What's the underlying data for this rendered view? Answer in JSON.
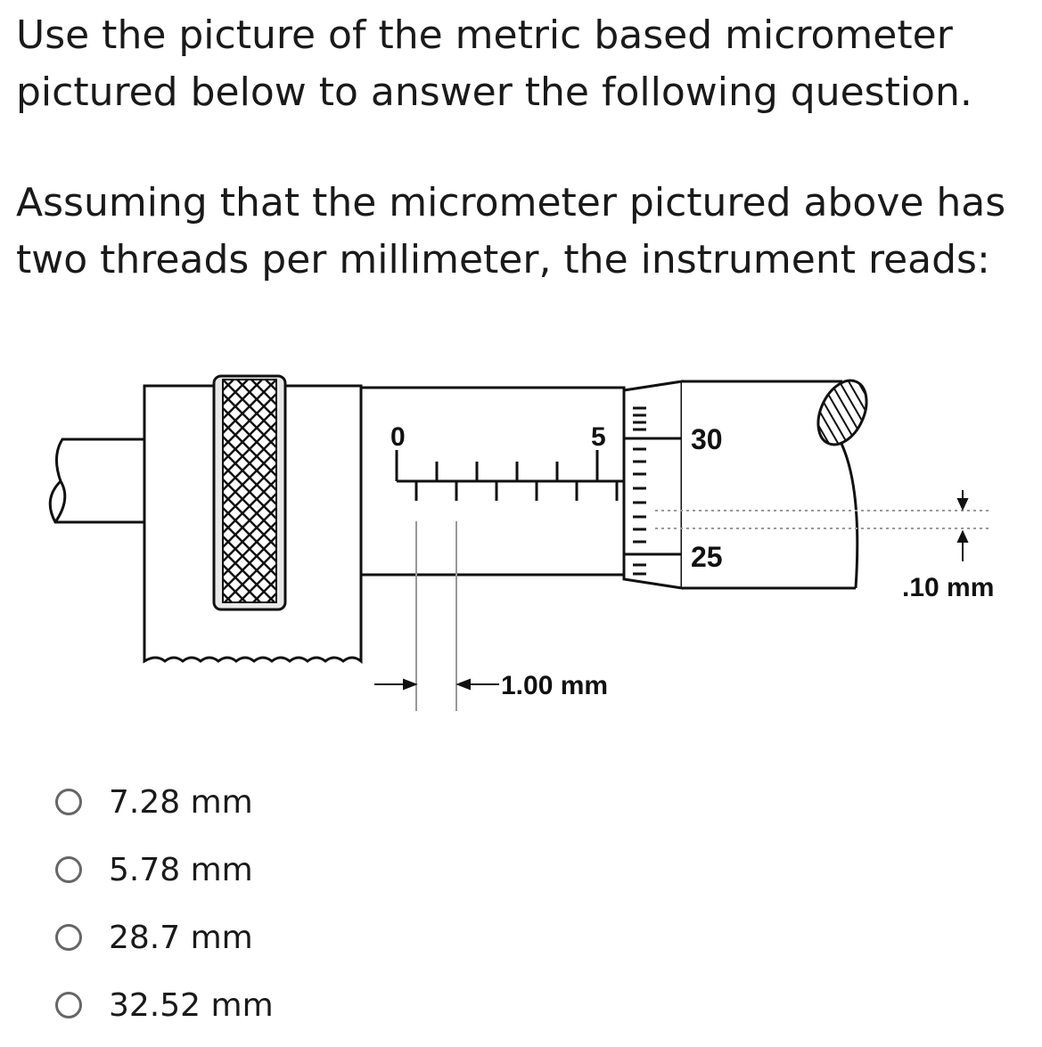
{
  "question": {
    "line1": "Use the picture of the metric based micrometer pictured below to answer the following question.",
    "line2": "Assuming that the micrometer pictured above has two threads per millimeter, the instrument reads:"
  },
  "figure": {
    "sleeve_label_zero": "0",
    "sleeve_label_five": "5",
    "thimble_label_upper": "30",
    "thimble_label_lower": "25",
    "thimble_division_label": ".10 mm",
    "sleeve_division_label": "1.00 mm"
  },
  "options": [
    {
      "label": "7.28 mm"
    },
    {
      "label": "5.78 mm"
    },
    {
      "label": "28.7 mm"
    },
    {
      "label": "32.52 mm"
    }
  ]
}
